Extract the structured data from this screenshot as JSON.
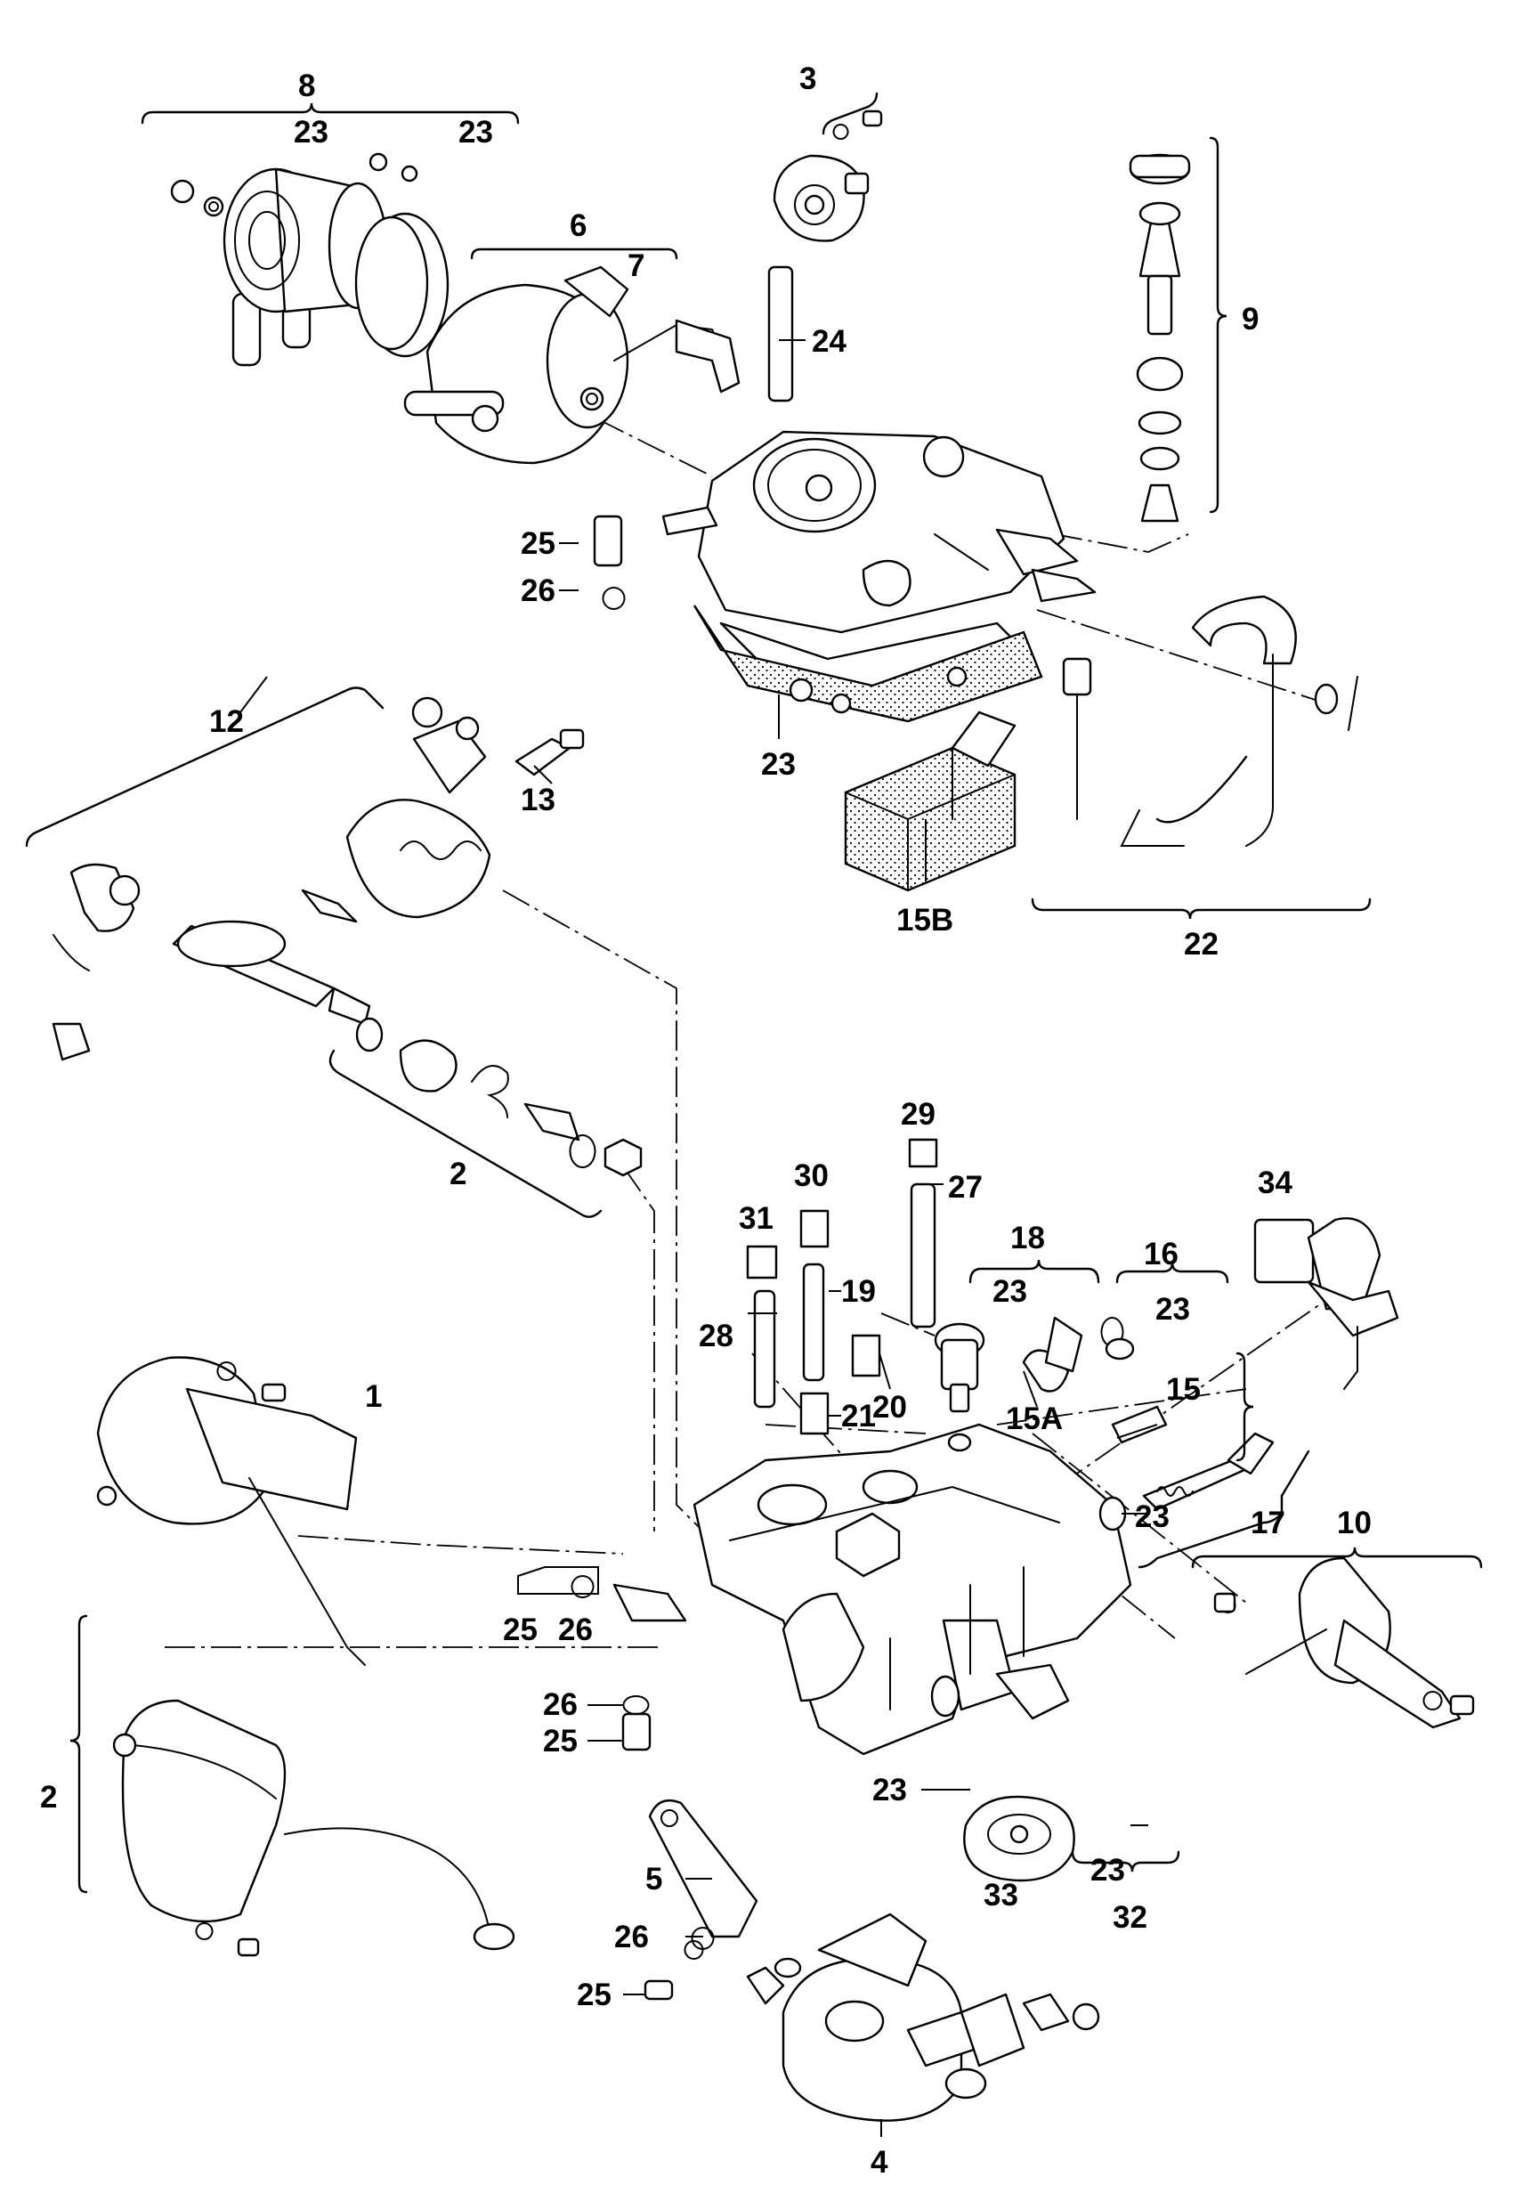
{
  "callouts": {
    "c8": "8",
    "c23a": "23",
    "c23b": "23",
    "c3": "3",
    "c6": "6",
    "c7": "7",
    "c9": "9",
    "c24": "24",
    "c25a": "25",
    "c26a": "26",
    "c23c": "23",
    "c12": "12",
    "c13": "13",
    "c15b": "15B",
    "c22": "22",
    "c2a": "2",
    "c29": "29",
    "c30": "30",
    "c27": "27",
    "c31": "31",
    "c19": "19",
    "c18": "18",
    "c16": "16",
    "c34": "34",
    "c23d": "23",
    "c23e": "23",
    "c28": "28",
    "c20": "20",
    "c21": "21",
    "c15a": "15A",
    "c15": "15",
    "c1": "1",
    "c23f": "23",
    "c17": "17",
    "c10": "10",
    "c25b": "25",
    "c26b": "26",
    "c26c": "26",
    "c25c": "25",
    "c2b": "2",
    "c23g": "23",
    "c5": "5",
    "c23h": "23",
    "c33": "33",
    "c32": "32",
    "c26d": "26",
    "c25d": "25",
    "c4": "4"
  },
  "colors": {
    "line": "#000000",
    "paper": "#ffffff"
  }
}
